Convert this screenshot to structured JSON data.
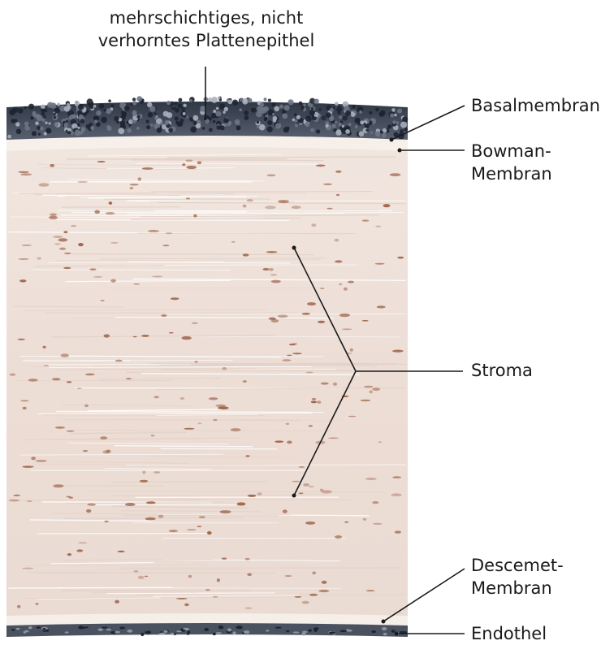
{
  "labels": {
    "epithelium_line1": "mehrschichtiges, nicht",
    "epithelium_line2": "verhorntes Plattenepithel",
    "basalmembran": "Basalmembran",
    "bowman_line1": "Bowman-",
    "bowman_line2": "Membran",
    "stroma": "Stroma",
    "descemet_line1": "Descemet-",
    "descemet_line2": "Membran",
    "endothel": "Endothel"
  },
  "colors": {
    "epithelium": "#3d4452",
    "stroma": "#eee0d8",
    "keratocyte": "#9a5a3e",
    "leader_line": "#1a1a1a"
  }
}
